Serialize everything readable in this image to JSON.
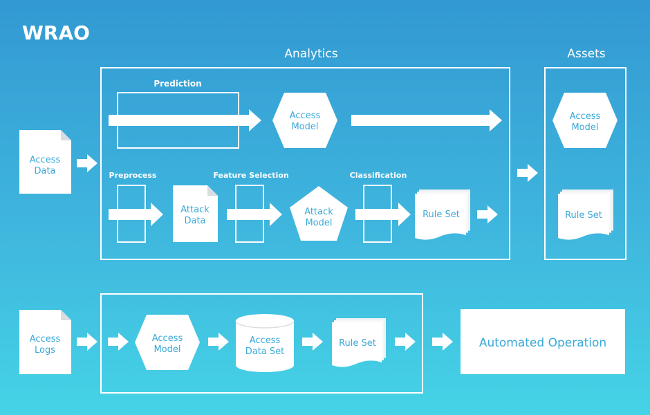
{
  "title": "WRAO",
  "sections": {
    "analytics": "Analytics",
    "assets": "Assets"
  },
  "labels": {
    "prediction": "Prediction",
    "preprocess": "Preprocess",
    "feature_selection": "Feature Selection",
    "classification": "Classification"
  },
  "nodes": {
    "access_data": [
      "Access",
      "Data"
    ],
    "access_model_pred": [
      "Access",
      "Model"
    ],
    "attack_data": [
      "Attack",
      "Data"
    ],
    "attack_model": [
      "Attack",
      "Model"
    ],
    "rule_set_analytics": "Rule Set",
    "access_model_assets": [
      "Access",
      "Model"
    ],
    "rule_set_assets": "Rule Set",
    "access_logs": [
      "Access",
      "Logs"
    ],
    "access_model_bottom": [
      "Access",
      "Model"
    ],
    "access_data_set": [
      "Access",
      "Data Set"
    ],
    "rule_set_bottom": "Rule Set",
    "automated_operation": "Automated Operation"
  },
  "colors": {
    "shape_fill": "#ffffff",
    "text_accent": "#3aa9d8",
    "outline": "#ffffff",
    "page_shadow": "#d8dde2"
  }
}
